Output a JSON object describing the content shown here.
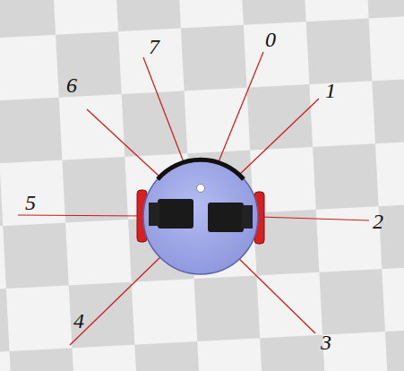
{
  "diagram": {
    "labels": [
      "7",
      "0",
      "1",
      "6",
      "5",
      "2",
      "4",
      "3"
    ]
  }
}
